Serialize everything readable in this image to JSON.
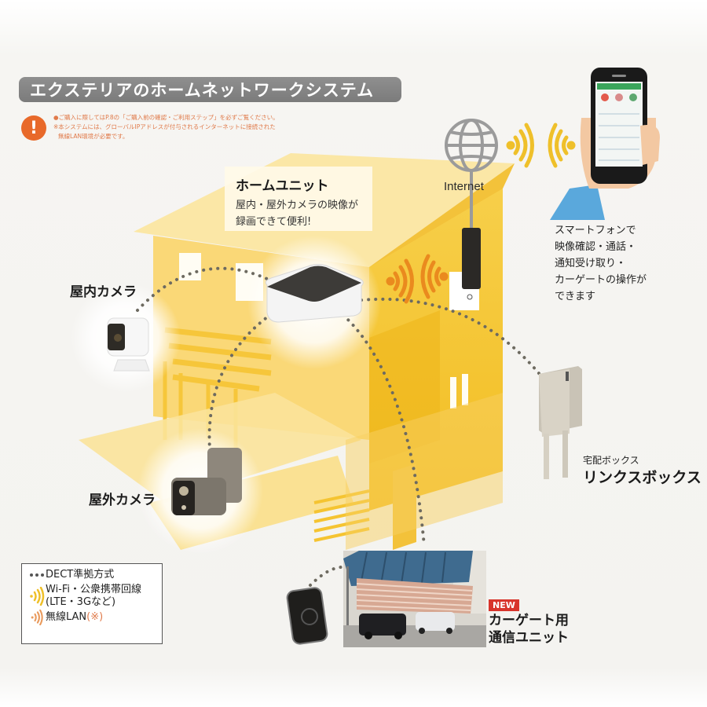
{
  "header": {
    "title": "エクステリアのホームネットワークシステム"
  },
  "caution": {
    "icon": "exclamation-icon",
    "icon_glyph": "!",
    "notes": [
      "●ご購入に際してはP.8の「ご購入前の確認・ご利用ステップ」を必ずご覧ください。",
      "※本システムには、グローバルIPアドレスが付与されるインターネットに接続された",
      "無線LAN環境が必要です。"
    ]
  },
  "home_unit": {
    "title": "ホームユニット",
    "desc_line1": "屋内・屋外カメラの映像が",
    "desc_line2": "録画できて便利!"
  },
  "devices": {
    "indoor_camera": "屋内カメラ",
    "outdoor_camera": "屋外カメラ",
    "internet": "Internet",
    "smartphone": {
      "lines": [
        "スマートフォンで",
        "映像確認・通話・",
        "通知受け取り・",
        "カーゲートの操作が",
        "できます"
      ]
    },
    "delivery_box": {
      "sub": "宅配ボックス",
      "name": "リンクスボックス"
    },
    "car_gate": {
      "badge": "NEW",
      "line1": "カーゲート用",
      "line2": "通信ユニット"
    }
  },
  "legend": {
    "items": [
      {
        "icon": "dotted-line-icon",
        "label": "DECT準拠方式"
      },
      {
        "icon": "wifi-yellow-icon",
        "label": "Wi-Fi・公衆携帯回線",
        "label2": "(LTE・3Gなど)"
      },
      {
        "icon": "wifi-orange-icon",
        "label": "無線LAN",
        "note": "(※)"
      }
    ]
  },
  "colors": {
    "house_yellow": "#f5c431",
    "house_light": "#fbe39a",
    "title_gray": "#858585",
    "caution_orange": "#e8692a",
    "wifi_yellow": "#efc02a",
    "wifi_orange": "#ea8a1e",
    "new_red": "#d8342b"
  }
}
